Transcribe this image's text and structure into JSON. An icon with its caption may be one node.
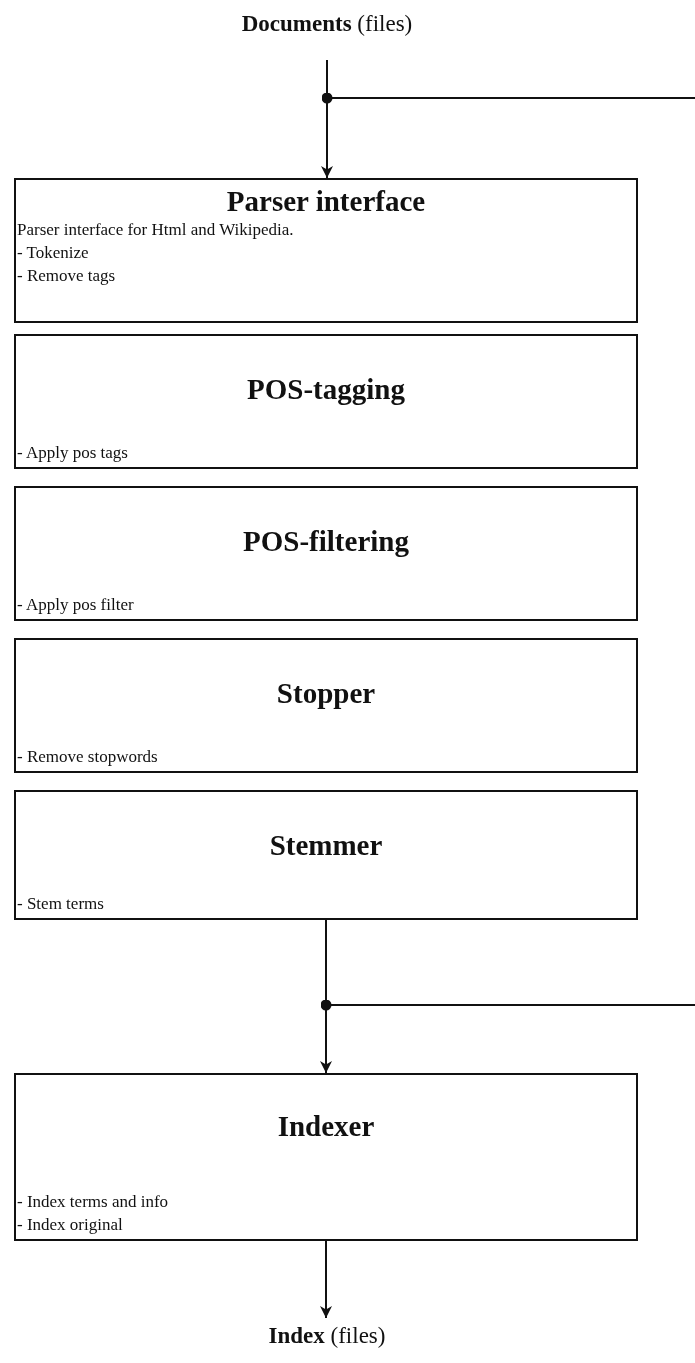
{
  "diagram": {
    "nodes": [
      {
        "text": [
          "**Documents** (files)"
        ]
      },
      {
        "text": [
          "Parser interface",
          "Parser interface for Html and Wikipedia.",
          "- Tokenize",
          "- Remove tags"
        ]
      },
      {
        "text": [
          "POS-tagging",
          "- Apply pos tags"
        ]
      },
      {
        "text": [
          "POS-filtering",
          "- Apply pos filter"
        ]
      },
      {
        "text": [
          "Stopper",
          "- Remove stopwords"
        ]
      },
      {
        "text": [
          "Stemmer",
          "- Stem terms"
        ]
      },
      {
        "text": [
          "Indexer",
          "- Index terms and info",
          "- Index original"
        ]
      },
      {
        "text": [
          "**Index** (files)"
        ]
      }
    ],
    "edges": [
      {
        "from": 0,
        "to": 1,
        "arrow": "to"
      },
      {
        "from": 0,
        "to": null,
        "arrow": "none"
      },
      {
        "from": 5,
        "to": 6,
        "arrow": "to"
      },
      {
        "from": 5,
        "to": null,
        "arrow": "none"
      },
      {
        "from": 6,
        "to": 7,
        "arrow": "to"
      }
    ]
  }
}
